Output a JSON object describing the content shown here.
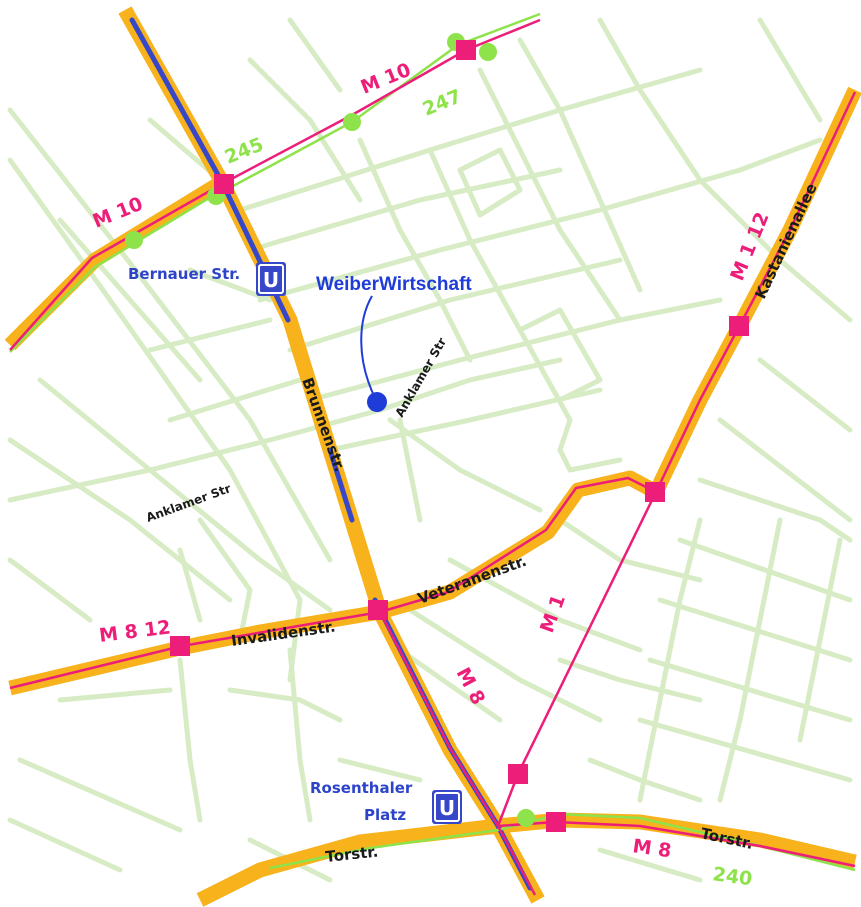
{
  "colors": {
    "background": "#ffffff",
    "side_street": "#d7ecc4",
    "main_street": "#f7b21c",
    "tram": "#ec1e79",
    "bus": "#8ee24a",
    "ubahn": "#3647c9",
    "station_blue": "#2d44c8",
    "poi": "#1f3cd8",
    "label_dark": "#1a1a1a"
  },
  "streets": {
    "brunnenstr": "Brunnenstr.",
    "invalidenstr": "Invalidenstr.",
    "veteranenstr": "Veteranenstr.",
    "torstr_left": "Torstr.",
    "torstr_right": "Torstr.",
    "kastanienallee": "Kastanienallee",
    "anklamer_1": "Anklamer Str",
    "anklamer_2": "Anklamer Str"
  },
  "tram_lines": {
    "m10_upper": "M 10",
    "m10_left": "M 10",
    "m1_12": "M 1  12",
    "m8_12": "M 8  12",
    "m1_diag": "M 1",
    "m8_diag": "M 8",
    "m8_torstr": "M 8"
  },
  "bus_lines": {
    "bus_247": "247",
    "bus_245": "245",
    "bus_240": "240"
  },
  "stations": {
    "bernauer": "Bernauer Str.",
    "rosenthaler_1": "Rosenthaler",
    "rosenthaler_2": "Platz",
    "ubahn_symbol": "U"
  },
  "poi": {
    "name": "WeiberWirtschaft"
  },
  "icons": {
    "ubahn": "ubahn-sign-icon",
    "tram_stop": "tram-stop-square-icon",
    "bus_stop": "bus-stop-dot-icon",
    "poi_marker": "location-pin-icon"
  }
}
